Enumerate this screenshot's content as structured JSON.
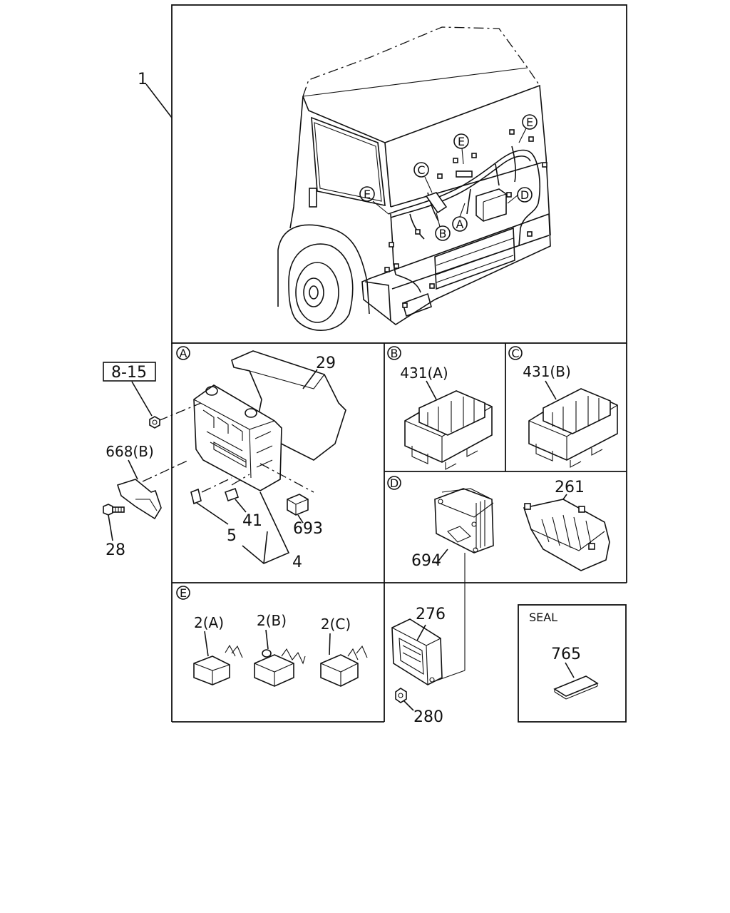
{
  "callouts": {
    "main_assembly": "1",
    "ref_box": "8-15",
    "fuse_box_cover": "29",
    "bracket": "668(B)",
    "bolt": "28",
    "fuse_small": "5",
    "fuse_mid": "41",
    "relay_693": "693",
    "fuse_set": "4",
    "relay_b": "431(A)",
    "relay_c": "431(B)",
    "ecu_bracket": "694",
    "ecu_cover": "261",
    "fuse_a": "2(A)",
    "fuse_b": "2(B)",
    "fuse_c": "2(C)",
    "ecu": "276",
    "nut": "280",
    "seal_part": "765"
  },
  "sections": {
    "a": "A",
    "b": "B",
    "c": "C",
    "d": "D",
    "e": "E",
    "seal": "SEAL"
  },
  "harness_markers": {
    "e_left": "E",
    "c": "C",
    "e_top": "E",
    "e_right": "E",
    "d": "D",
    "b": "B",
    "a": "A"
  }
}
